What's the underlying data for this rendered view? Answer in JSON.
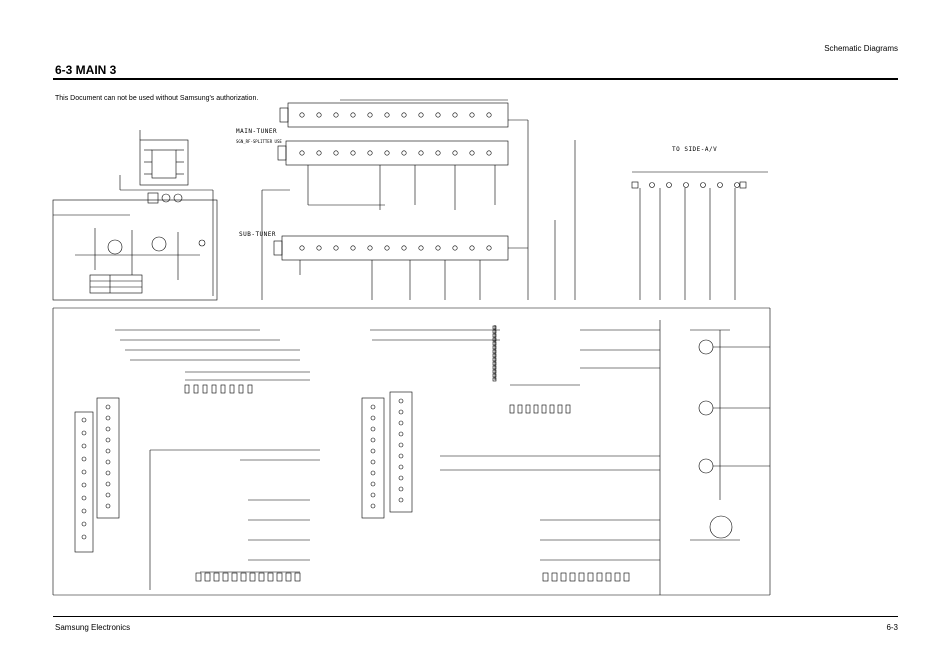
{
  "header": {
    "section": "Schematic Diagrams"
  },
  "title": "6-3 MAIN 3",
  "notice": "This Document can not be used without Samsung's authorization.",
  "blocks": {
    "main_tuner": "MAIN-TUNER",
    "splitter": "SGN_RF-SPLITTER USE",
    "sub_tuner": "SUB-TUNER",
    "to_side": "TO SIDE-A/V"
  },
  "footer": {
    "company": "Samsung Electronics",
    "page": "6-3"
  }
}
